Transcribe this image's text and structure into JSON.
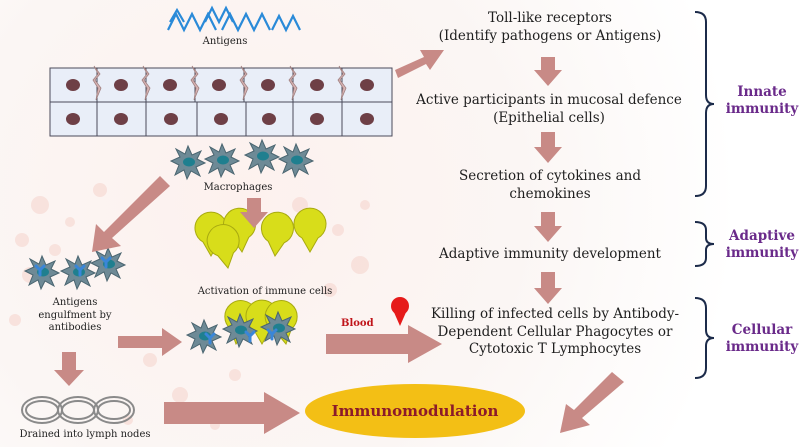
{
  "labels": {
    "antigens": "Antigens",
    "macrophages": "Macrophages",
    "activation": "Activation of immune cells",
    "engulfment": "Antigens\nengulfment by\nantibodies",
    "blood": "Blood",
    "drained": "Drained into lymph nodes"
  },
  "flow": {
    "toll": "Toll-like receptors\n(Identify pathogens or Antigens)",
    "active": "Active participants in mucosal defence\n(Epithelial cells)",
    "cytokines": "Secretion of cytokines and\nchemokines",
    "adaptive": "Adaptive immunity development",
    "killing": "Killing of infected cells by Antibody-\nDependent Cellular Phagocytes or\nCytotoxic T Lymphocytes",
    "immunomodulation": "Immunomodulation"
  },
  "brackets": {
    "innate": "Innate\nimmunity",
    "adaptive": "Adaptive\nimmunity",
    "cellular": "Cellular\nimmunity"
  },
  "colors": {
    "arrow": "#c88a86",
    "cell_fill": "#e9eef8",
    "nucleus": "#6e3f46",
    "macrophage": "#6e8a96",
    "yellow_cell": "#d8dd1a",
    "antigen_blue": "#3a86d8",
    "immuno_fill": "#f3bf15",
    "immuno_text": "#8b1a2a",
    "side_label": "#6a2a8a",
    "bracket": "#1c2b4a",
    "blood_pin": "#e61a1a"
  },
  "icons": [
    "antigen-zigzag-icon",
    "macrophage-icon",
    "yellow-cell-icon",
    "lymph-node-ring-icon",
    "blood-pin-icon"
  ]
}
